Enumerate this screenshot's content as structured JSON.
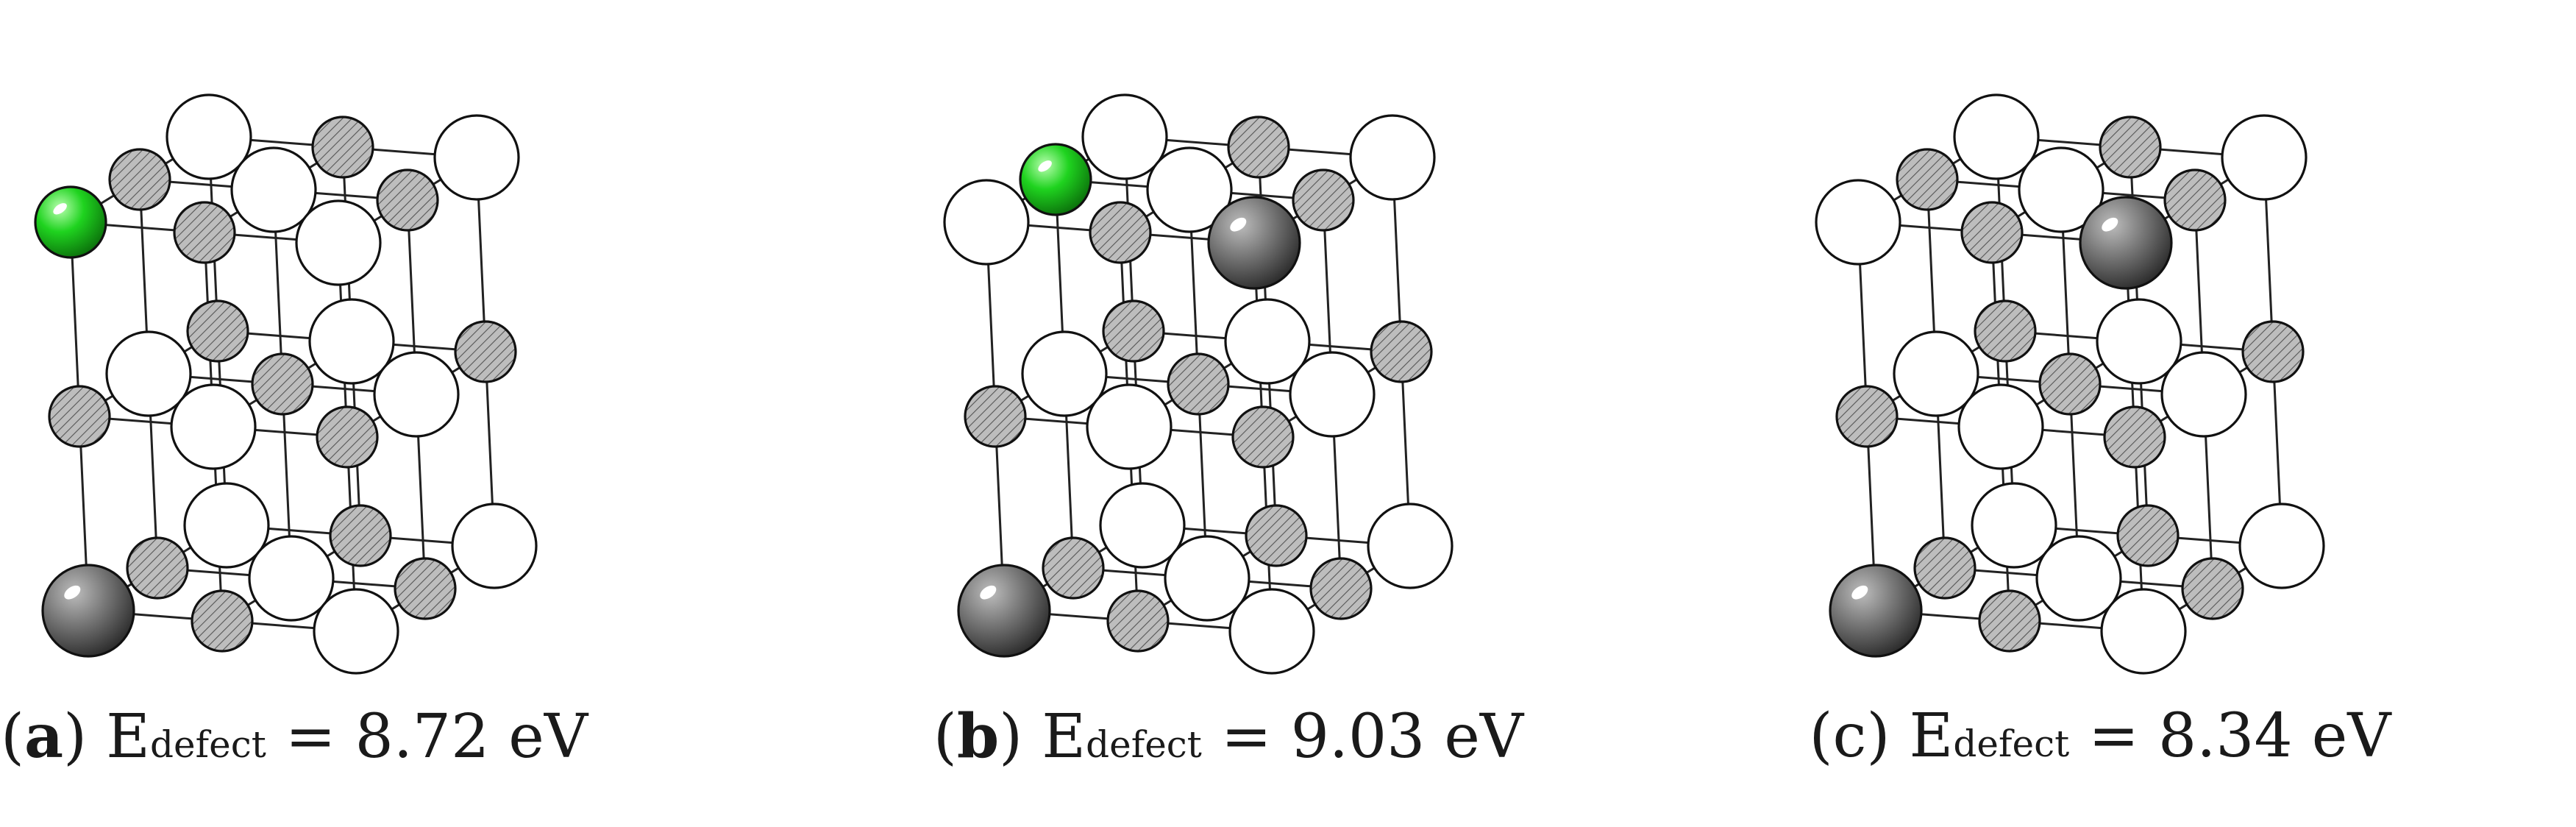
{
  "panels": [
    {
      "letter": "a",
      "letter_bold": true,
      "energy_symbol": "E",
      "energy_subscript": "defect",
      "energy_value": "= 8.72 eV",
      "dopant_sites": [
        "c-0-0-4",
        "c-3-3-0",
        "c-4-3-4",
        "g-0-0-0"
      ]
    },
    {
      "letter": "b",
      "letter_bold": true,
      "energy_symbol": "E",
      "energy_subscript": "defect",
      "energy_value": "= 9.03 eV",
      "dopant_sites": [
        "c-0-2-4",
        "c-3-3-0",
        "g-4-0-4",
        "g-0-0-0"
      ]
    },
    {
      "letter": "c",
      "letter_bold": false,
      "energy_symbol": "E",
      "energy_subscript": "defect",
      "energy_value": "= 8.34 eV",
      "dopant_sites": [
        "c-3-1-0",
        "c-3-3-0",
        "g-4-0-4",
        "g-0-0-0"
      ]
    }
  ],
  "colors": {
    "cation_white": "#ffffff",
    "anion_hatched": "#bdbdbd",
    "dopant_green": "#1fd31f",
    "dopant_gray": "#7a7a7a",
    "bond": "#222222"
  }
}
